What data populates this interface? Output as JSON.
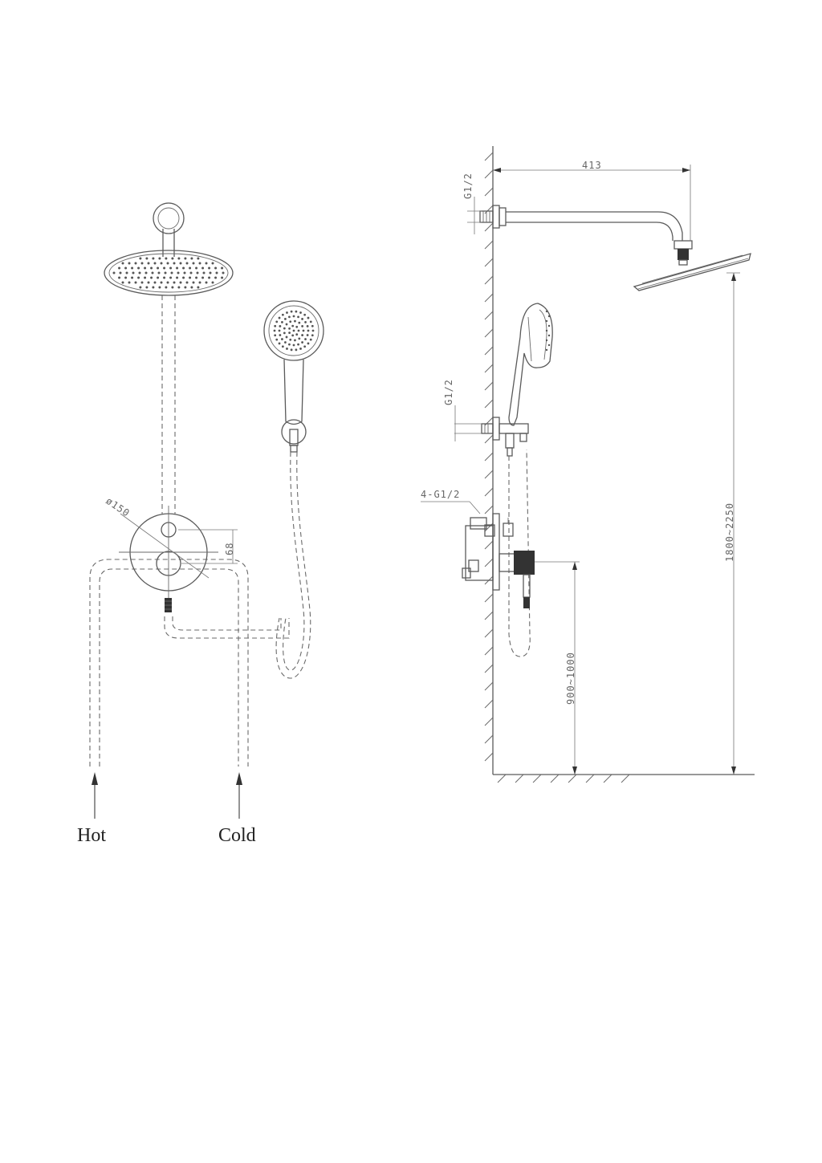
{
  "front_view": {
    "diameter_label": "ø150",
    "spacing_label": "68",
    "hot_label": "Hot",
    "cold_label": "Cold"
  },
  "side_view": {
    "arm_thread_label": "G1/2",
    "arm_length_label": "413",
    "hand_thread_label": "G1/2",
    "valve_thread_label": "4-G1/2",
    "valve_height_label": "900~1000",
    "head_height_label": "1800~2250"
  }
}
